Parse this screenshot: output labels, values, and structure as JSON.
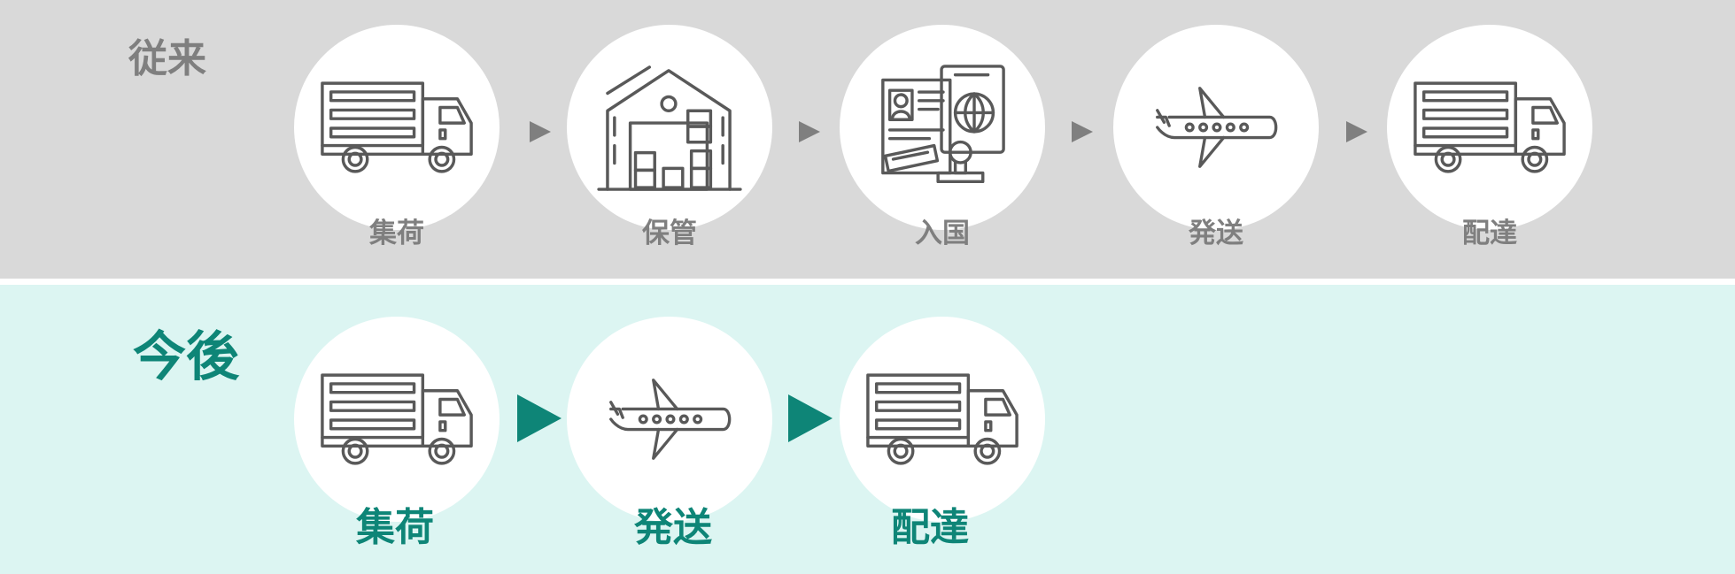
{
  "conventional": {
    "heading": "従来",
    "steps": [
      {
        "label": "集荷",
        "icon": "truck-icon"
      },
      {
        "label": "保管",
        "icon": "warehouse-icon"
      },
      {
        "label": "入国",
        "icon": "passport-stamp-icon"
      },
      {
        "label": "発送",
        "icon": "airplane-icon"
      },
      {
        "label": "配達",
        "icon": "truck-icon"
      }
    ]
  },
  "future": {
    "heading": "今後",
    "steps": [
      {
        "label": "集荷",
        "icon": "truck-icon"
      },
      {
        "label": "発送",
        "icon": "airplane-icon"
      },
      {
        "label": "配達",
        "icon": "truck-icon"
      }
    ]
  },
  "colors": {
    "conventional_band": "#d9d9d9",
    "future_band": "#dcf5f2",
    "conventional_text": "#7f7f7f",
    "future_accent": "#0e8577",
    "icon_stroke": "#595959"
  }
}
